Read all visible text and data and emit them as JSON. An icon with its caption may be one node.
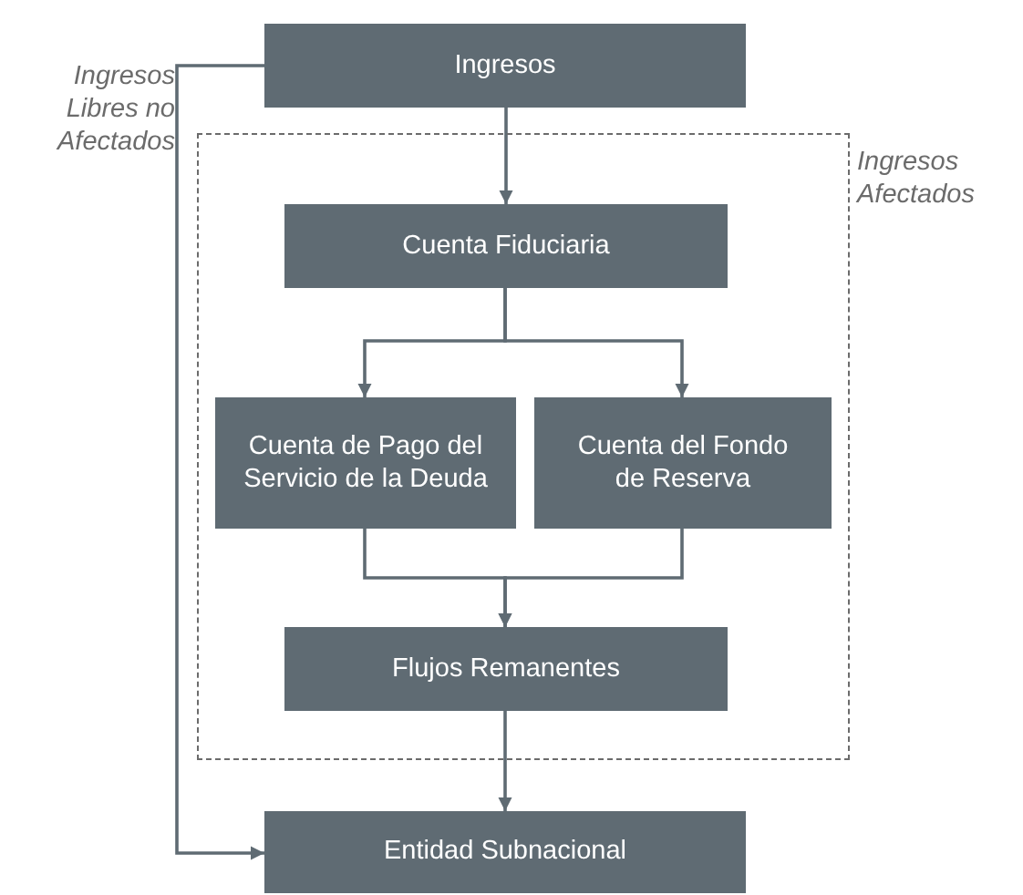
{
  "diagram": {
    "nodes": [
      {
        "text": [
          "Ingresos"
        ]
      },
      {
        "text": [
          "Ingresos Afectados"
        ]
      },
      {
        "text": [
          "Cuenta Fiduciaria"
        ],
        "in": 1
      },
      {
        "text": [
          "Cuenta de Pago del Servicio de la Deuda"
        ],
        "in": 1
      },
      {
        "text": [
          "Cuenta del Fondo de Reserva"
        ],
        "in": 1
      },
      {
        "text": [
          "Flujos Remanentes"
        ],
        "in": 1
      },
      {
        "text": [
          "Entidad Subnacional"
        ]
      }
    ],
    "edges": [
      {
        "from": 0,
        "to": 2,
        "arrow": "to"
      },
      {
        "from": 2,
        "to": 3,
        "arrow": "to"
      },
      {
        "from": 2,
        "to": 4,
        "arrow": "to"
      },
      {
        "from": 3,
        "to": 5,
        "arrow": "to"
      },
      {
        "from": 4,
        "to": 5,
        "arrow": "to"
      },
      {
        "from": 5,
        "to": 6,
        "arrow": "to"
      },
      {
        "from": 0,
        "to": 6,
        "arrow": "to",
        "label": "Ingresos Libres no Afectados"
      }
    ]
  }
}
